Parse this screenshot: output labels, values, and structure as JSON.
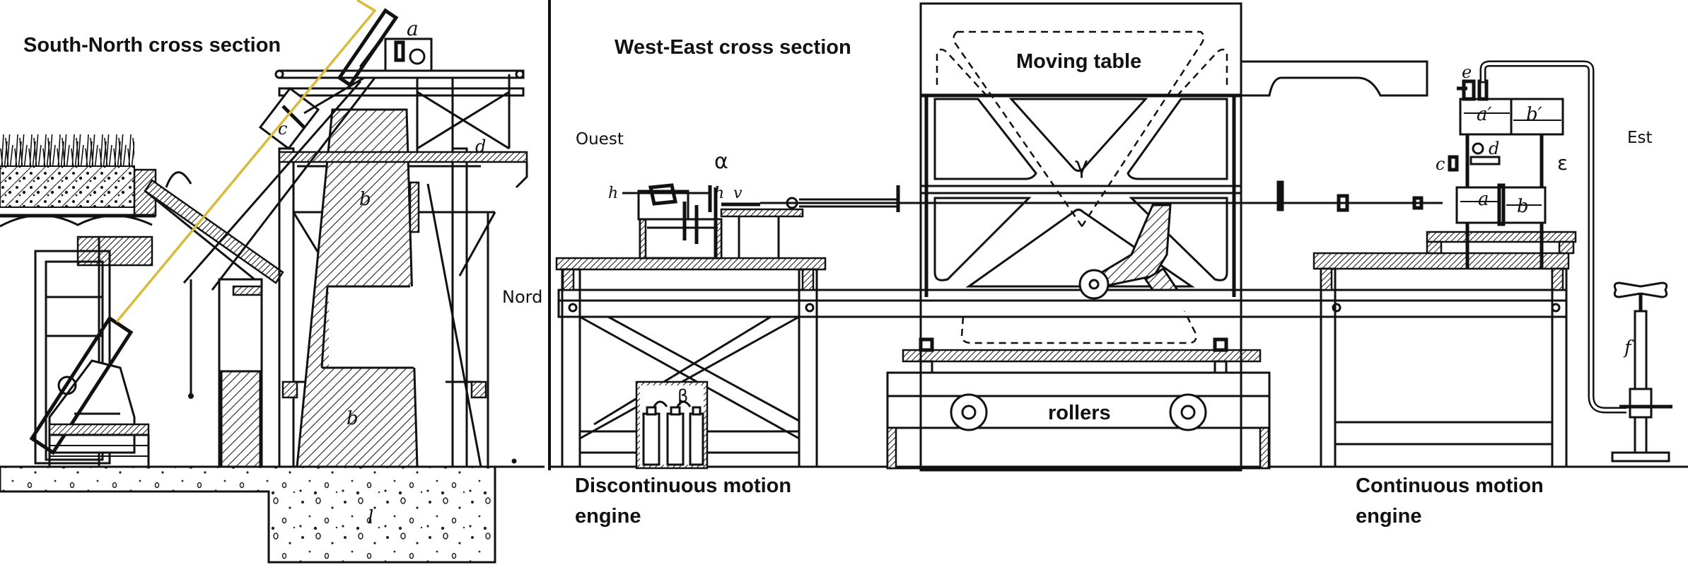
{
  "figure": {
    "left_panel": {
      "title": "South-North cross section",
      "direction_label": "Nord",
      "part_labels": {
        "a": "a",
        "b_upper": "b",
        "b_lower": "b",
        "c": "c",
        "d": "d",
        "l": "l"
      }
    },
    "right_panel": {
      "title": "West-East cross section",
      "west_label": "Ouest",
      "east_label": "Est",
      "moving_table_label": "Moving table",
      "rollers_label": "rollers",
      "greek_labels": {
        "alpha": "α",
        "beta": "β",
        "gamma": "γ",
        "epsilon": "ε"
      },
      "part_labels": {
        "h_left": "h",
        "h_right": "h",
        "v": "v",
        "a_prime": "a′",
        "b_prime": "b′",
        "a": "a",
        "b": "b",
        "c": "c",
        "d": "d",
        "e": "e",
        "f": "f"
      },
      "discontinuous_engine": {
        "line1": "Discontinuous motion",
        "line2": "engine"
      },
      "continuous_engine": {
        "line1": "Continuous motion",
        "line2": "engine"
      }
    },
    "colors": {
      "light_beam": "#d9bb3b",
      "ink": "#111111",
      "background": "#ffffff"
    }
  }
}
